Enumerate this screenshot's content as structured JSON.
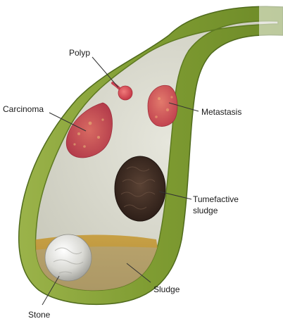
{
  "labels": {
    "polyp": "Polyp",
    "carcinoma": "Carcinoma",
    "metastasis": "Metastasis",
    "tumefactive_line1": "Tumefactive",
    "tumefactive_line2": "sludge",
    "sludge": "Sludge",
    "stone": "Stone"
  },
  "colors": {
    "wall_outer": "#8aa33c",
    "wall_inner": "#6f8a2a",
    "lumen": "#d9d9cf",
    "carcinoma": "#c94a55",
    "metastasis": "#cf5a5c",
    "polyp": "#d84a55",
    "tumefactive": "#3a2a22",
    "sludge": "#b38a2a",
    "stone": "#e8e8e4"
  }
}
